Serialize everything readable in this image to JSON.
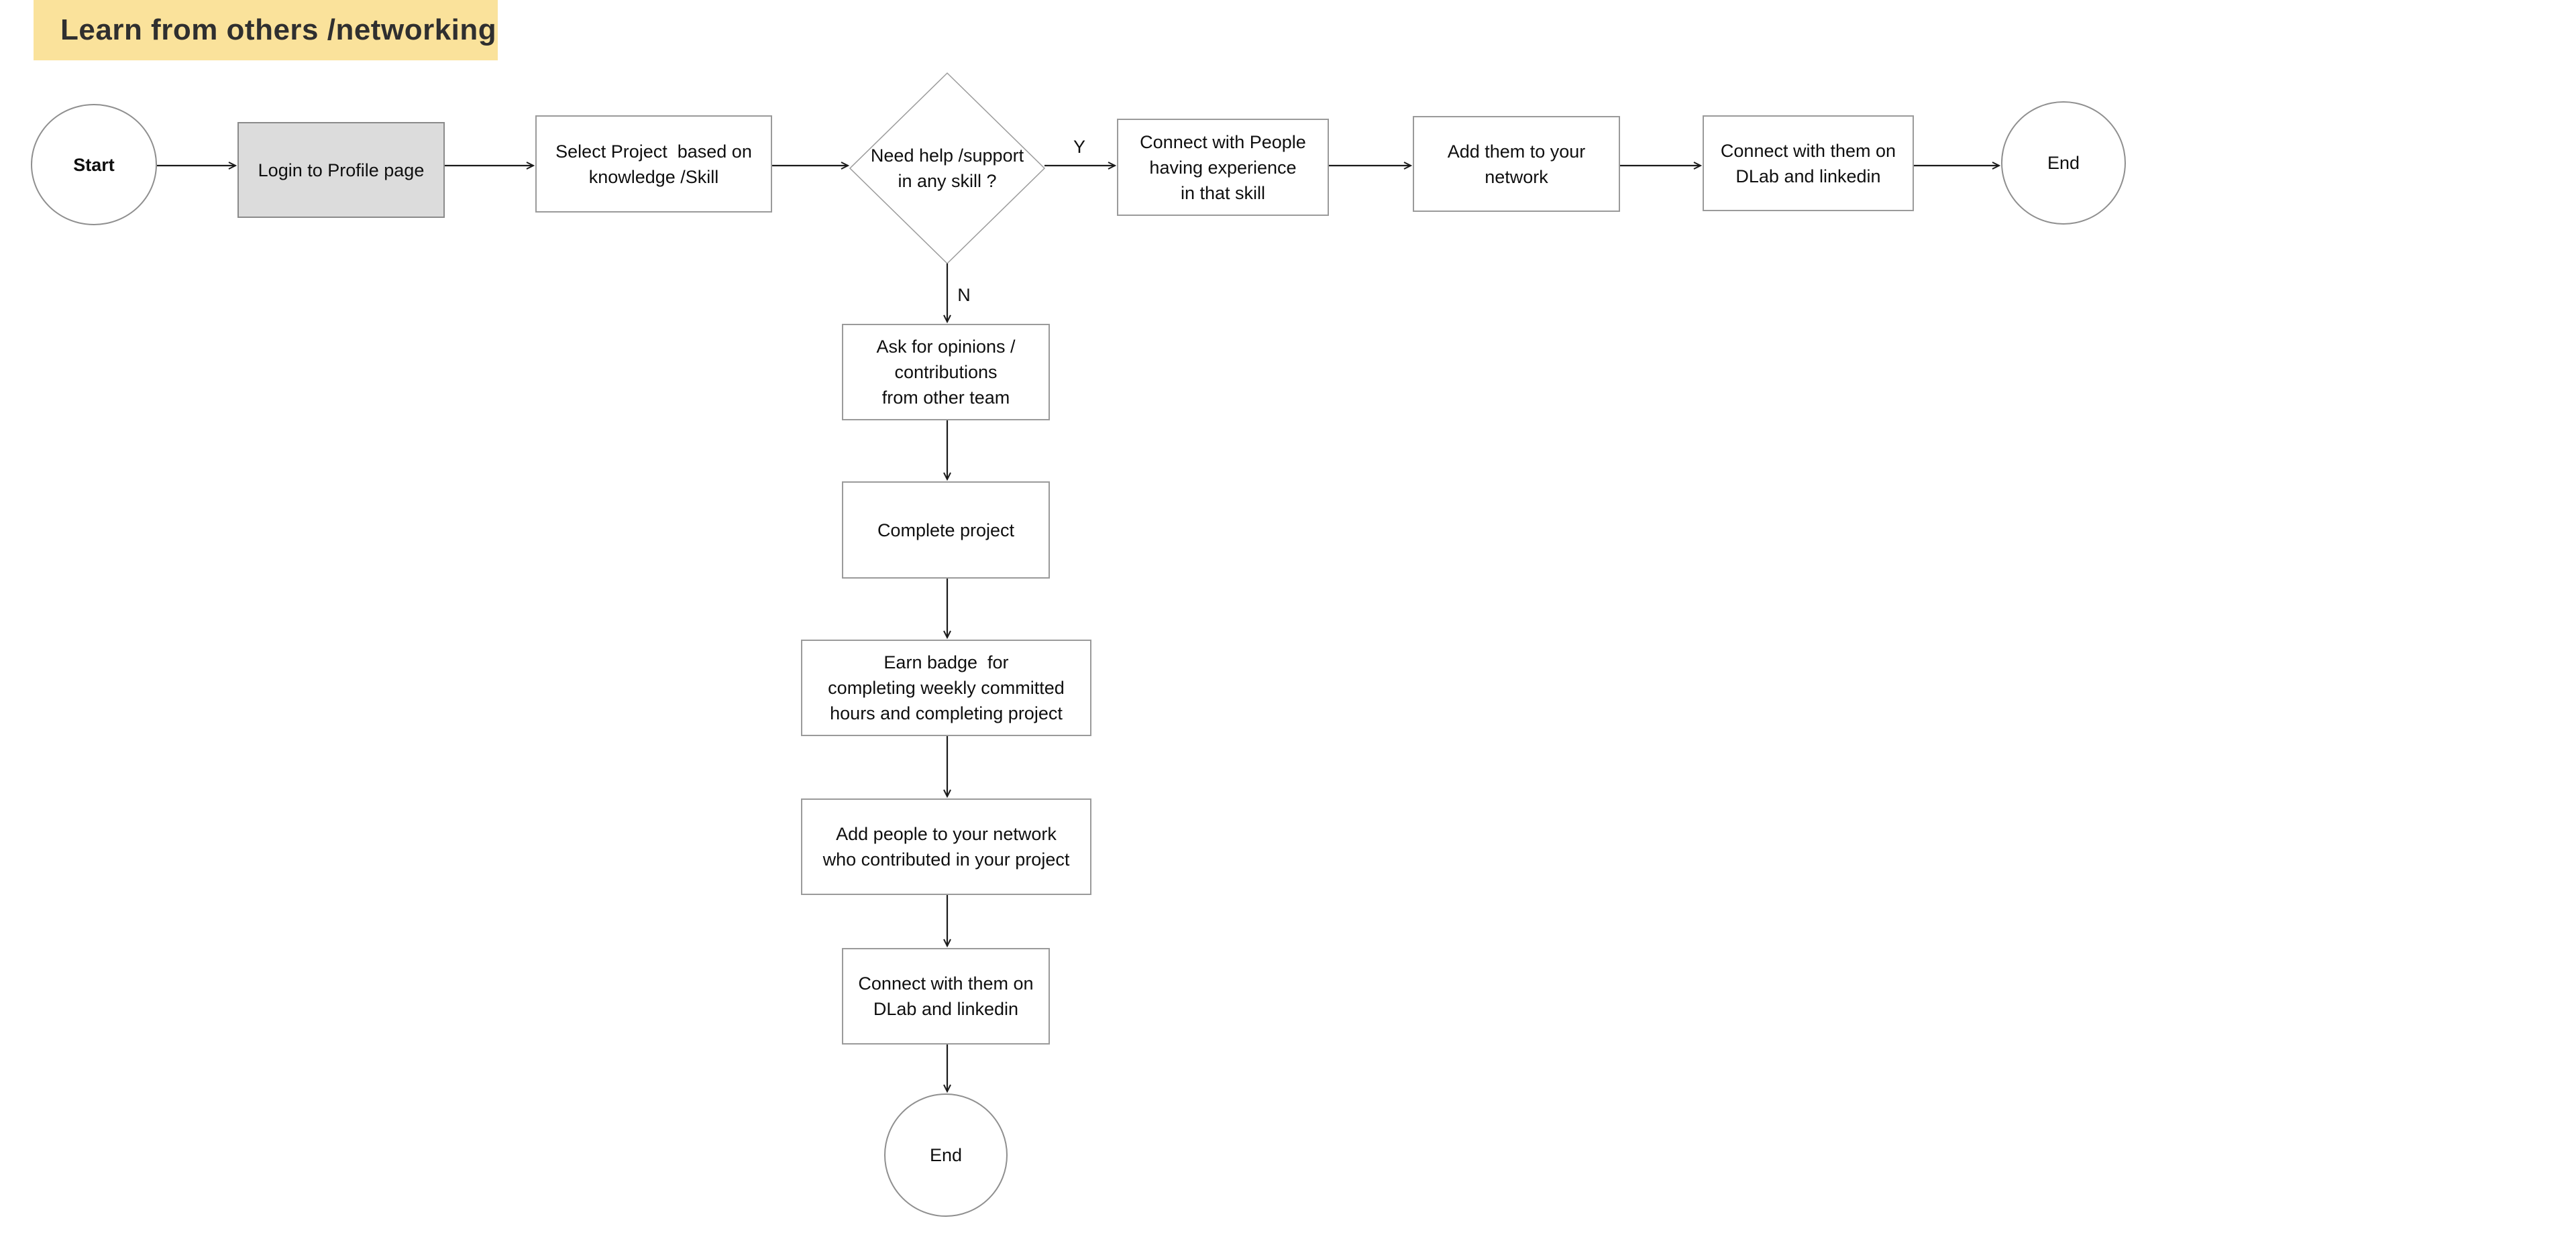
{
  "title": {
    "text": "Learn from others /networking"
  },
  "colors": {
    "banner_bg": "#fae29b",
    "banner_text": "#2f2f2f",
    "process_fill": "#dcdcdc",
    "box_border": "#9a9a9a",
    "shape_border": "#8f8f8f",
    "arrow": "#1a1a1a",
    "text": "#0f0f0f",
    "canvas_bg": "#ffffff"
  },
  "nodes": {
    "start": {
      "type": "terminator",
      "label": "Start"
    },
    "login": {
      "type": "process",
      "label": "Login to Profile page"
    },
    "select_project": {
      "type": "process",
      "label": "Select Project  based on\nknowledge /Skill"
    },
    "need_help": {
      "type": "decision",
      "label": "Need help /support\nin any skill ?"
    },
    "connect_people": {
      "type": "process",
      "label": "Connect with People\nhaving experience\nin that skill"
    },
    "add_them": {
      "type": "process",
      "label": "Add them to your\nnetwork"
    },
    "connect_dlab_top": {
      "type": "process",
      "label": "Connect with them on\nDLab and linkedin"
    },
    "end_top": {
      "type": "terminator",
      "label": "End"
    },
    "ask_opinions": {
      "type": "process",
      "label": "Ask for opinions /\ncontributions\nfrom other team"
    },
    "complete_project": {
      "type": "process",
      "label": "Complete project"
    },
    "earn_badge": {
      "type": "process",
      "label": "Earn badge  for\ncompleting weekly committed\nhours and completing project"
    },
    "add_people": {
      "type": "process",
      "label": "Add people to your network\nwho contributed in your project"
    },
    "connect_dlab_bottom": {
      "type": "process",
      "label": "Connect with them on\nDLab and linkedin"
    },
    "end_bottom": {
      "type": "terminator",
      "label": "End"
    }
  },
  "edges": {
    "yes_label": "Y",
    "no_label": "N"
  }
}
